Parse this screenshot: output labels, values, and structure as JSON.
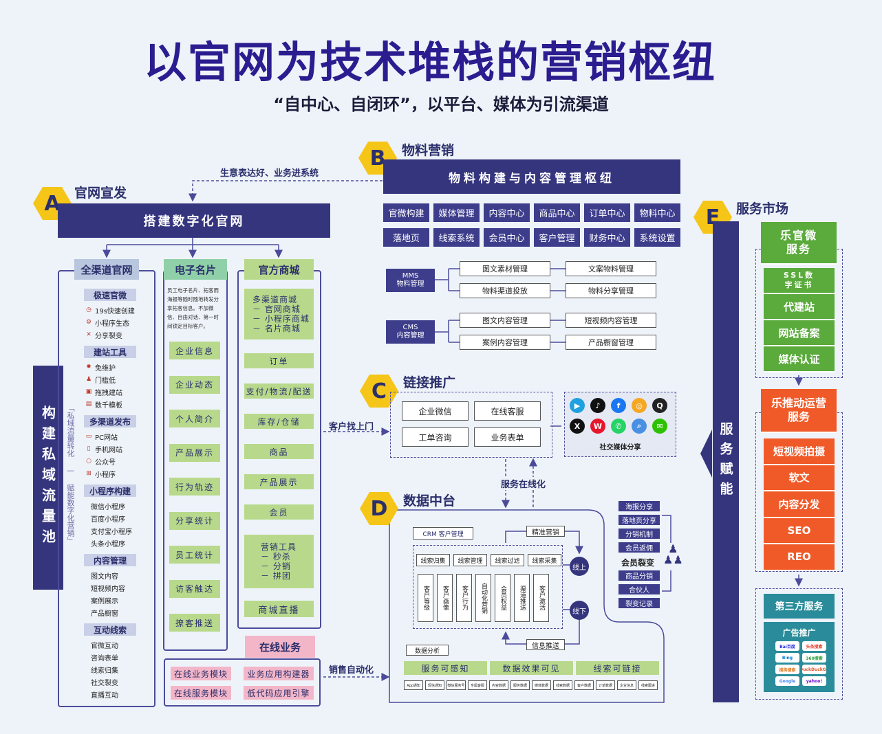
{
  "title": "以官网为技术堆栈的营销枢纽",
  "subtitle": "“自中心、自闭环”，以平台、媒体为引流渠道",
  "sections": {
    "A": {
      "letter": "A",
      "label": "官网宣发",
      "bar": "搭建数字化官网"
    },
    "B": {
      "letter": "B",
      "label": "物料营销",
      "bar": "物料构建与内容管理枢纽"
    },
    "C": {
      "letter": "C",
      "label": "链接推广"
    },
    "D": {
      "letter": "D",
      "label": "数据中台"
    },
    "E": {
      "letter": "E",
      "label": "服务市场"
    }
  },
  "flow_labels": {
    "top_link": "生意表达好、业务进系统",
    "customer": "客户找上门",
    "service_online": "服务在线化",
    "sales_auto": "销售自动化"
  },
  "private_pool": {
    "main": "构建私域流量池",
    "side": "「私域流量转化 — 赋能数字化营销」"
  },
  "col1": {
    "head": "全渠道官网",
    "groups": [
      {
        "head": "极速官微",
        "items": [
          {
            "icon": "clock-icon",
            "glyph": "◷",
            "text": "19s快速创建"
          },
          {
            "icon": "gear-icon",
            "glyph": "⚙",
            "text": "小程序生态"
          },
          {
            "icon": "share-icon",
            "glyph": "✕",
            "text": "分享裂变"
          }
        ]
      },
      {
        "head": "建站工具",
        "items": [
          {
            "icon": "gear-icon",
            "glyph": "✹",
            "text": "免维护"
          },
          {
            "icon": "user-icon",
            "glyph": "♟",
            "text": "门槛低"
          },
          {
            "icon": "drag-icon",
            "glyph": "▣",
            "text": "拖拽建站"
          },
          {
            "icon": "template-icon",
            "glyph": "▤",
            "text": "数千模板"
          }
        ]
      },
      {
        "head": "多渠道发布",
        "items": [
          {
            "icon": "pc-icon",
            "glyph": "▭",
            "text": "PC网站"
          },
          {
            "icon": "mobile-icon",
            "glyph": "▯",
            "text": "手机网站"
          },
          {
            "icon": "official-icon",
            "glyph": "○",
            "text": "公众号"
          },
          {
            "icon": "miniapp-icon",
            "glyph": "⊞",
            "text": "小程序"
          }
        ]
      },
      {
        "head": "小程序构建",
        "items": [
          {
            "icon": "",
            "glyph": "",
            "text": "微信小程序"
          },
          {
            "icon": "",
            "glyph": "",
            "text": "百度小程序"
          },
          {
            "icon": "",
            "glyph": "",
            "text": "支付宝小程序"
          },
          {
            "icon": "",
            "glyph": "",
            "text": "头条小程序"
          }
        ]
      },
      {
        "head": "内容管理",
        "items": [
          {
            "icon": "",
            "glyph": "",
            "text": "图文内容"
          },
          {
            "icon": "",
            "glyph": "",
            "text": "短视频内容"
          },
          {
            "icon": "",
            "glyph": "",
            "text": "案例展示"
          },
          {
            "icon": "",
            "glyph": "",
            "text": "产品橱窗"
          }
        ]
      },
      {
        "head": "互动线索",
        "items": [
          {
            "icon": "",
            "glyph": "",
            "text": "官微互动"
          },
          {
            "icon": "",
            "glyph": "",
            "text": "咨询表单"
          },
          {
            "icon": "",
            "glyph": "",
            "text": "线索归集"
          },
          {
            "icon": "",
            "glyph": "",
            "text": "社交裂变"
          },
          {
            "icon": "",
            "glyph": "",
            "text": "直播互动"
          }
        ]
      }
    ]
  },
  "col2": {
    "head": "电子名片",
    "desc": "员工电子名片、拓客而海报等随时随地转发分享拓客信息。不加微信、自由对话、第一时间锁定目标客户。",
    "items": [
      "企业信息",
      "企业动态",
      "个人简介",
      "产品展示",
      "行为轨迹",
      "分享统计",
      "员工统计",
      "访客触达",
      "撩客推送"
    ]
  },
  "col3": {
    "head": "官方商城",
    "top": [
      "多渠道商城",
      "－ 官网商城",
      "－ 小程序商城",
      "－ 名片商城"
    ],
    "items": [
      "订单",
      "支付/物流/配送",
      "库存/仓储",
      "商品",
      "产品展示",
      "会员"
    ],
    "marketing": [
      "营销工具",
      "－ 秒杀",
      "－ 分销",
      "－ 拼团"
    ],
    "last": "商城直播"
  },
  "online": {
    "head": "在线业务",
    "items": [
      "在线业务模块",
      "业务应用构建器",
      "在线服务模块",
      "低代码应用引擎"
    ]
  },
  "B_grid": [
    "官微构建",
    "媒体管理",
    "内容中心",
    "商品中心",
    "订单中心",
    "物料中心",
    "落地页",
    "线索系统",
    "会员中心",
    "客户管理",
    "财务中心",
    "系统设置"
  ],
  "mms": {
    "label": [
      "MMS",
      "物料管理"
    ],
    "items": [
      "图文素材管理",
      "文案物料管理",
      "物料渠道投放",
      "物料分享管理"
    ]
  },
  "cms": {
    "label": [
      "CMS",
      "内容管理"
    ],
    "items": [
      "图文内容管理",
      "短视频内容管理",
      "案例内容管理",
      "产品橱窗管理"
    ]
  },
  "C_boxes": [
    "企业微信",
    "在线客服",
    "工单咨询",
    "业务表单"
  ],
  "social": {
    "label": "社交媒体分享",
    "icons": [
      {
        "name": "bilibili-icon",
        "glyph": "▶",
        "color": "#1fa1e0"
      },
      {
        "name": "tiktok-icon",
        "glyph": "♪",
        "color": "#111111"
      },
      {
        "name": "facebook-icon",
        "glyph": "f",
        "color": "#1877f2"
      },
      {
        "name": "moments-icon",
        "glyph": "◎",
        "color": "#f5a623"
      },
      {
        "name": "qq-icon",
        "glyph": "Q",
        "color": "#222222"
      },
      {
        "name": "x-icon",
        "glyph": "X",
        "color": "#111111"
      },
      {
        "name": "weibo-icon",
        "glyph": "W",
        "color": "#e6162d"
      },
      {
        "name": "whatsapp-icon",
        "glyph": "✆",
        "color": "#25d366"
      },
      {
        "name": "search-icon",
        "glyph": "⌕",
        "color": "#4a90e2"
      },
      {
        "name": "wechat-icon",
        "glyph": "✉",
        "color": "#2dc100"
      }
    ]
  },
  "D": {
    "crm": "CRM 客户管理",
    "precise": "精准营销",
    "info": "信息推送",
    "clues": [
      "线索归集",
      "线索管理",
      "线索过滤",
      "线索采集"
    ],
    "vertical": [
      "客户等级",
      "客户画像",
      "客户行为",
      "自动化营销",
      "会员权益",
      "渠道推送",
      "客户激活"
    ],
    "up": "线上",
    "down": "线下",
    "analysis": "数据分析",
    "bars": [
      "服务可感知",
      "数据效果可见",
      "线索可链接"
    ],
    "tiny": [
      "App通知",
      "短信通知",
      "微信服务号",
      "专属客服",
      "内容数据",
      "服务数据",
      "媒体数据",
      "线索数据",
      "客户数据",
      "订单数据",
      "企业信息",
      "线索跟进"
    ]
  },
  "D_right": {
    "items1": [
      "海报分享",
      "落地页分享",
      "分销机制",
      "会员返佣"
    ],
    "fission": "会员裂变",
    "items2": [
      "商品分销",
      "合伙人",
      "裂变记录"
    ]
  },
  "E": {
    "vertical": "服务赋能",
    "green_head": "乐官微服务",
    "green": [
      "SSL数字证书",
      "代建站",
      "网站备案",
      "媒体认证"
    ],
    "orange_head": "乐推动运营服务",
    "orange": [
      "短视频拍摄",
      "软文",
      "内容分发",
      "SEO",
      "REO"
    ],
    "third_head": "第三方服务",
    "ad_head": "广告推广",
    "ads": [
      {
        "text": "Bai百度",
        "color": "#2932e1"
      },
      {
        "text": "头条搜索",
        "color": "#e4392b"
      },
      {
        "text": "Bing",
        "color": "#0a7fd8"
      },
      {
        "text": "360搜索",
        "color": "#2c9e3b"
      },
      {
        "text": "搜狗搜索",
        "color": "#e57a1f"
      },
      {
        "text": "DuckDuckGo",
        "color": "#d8572a"
      },
      {
        "text": "Google",
        "color": "#4285f4"
      },
      {
        "text": "yahoo!",
        "color": "#6001d2"
      }
    ]
  },
  "colors": {
    "navy": "#35357e",
    "yellow": "#f5c518",
    "green": "#b8d98c",
    "orange": "#f05a28",
    "greenDark": "#5aaa3c",
    "teal": "#2a8c9a",
    "pink": "#f2b6c8"
  }
}
